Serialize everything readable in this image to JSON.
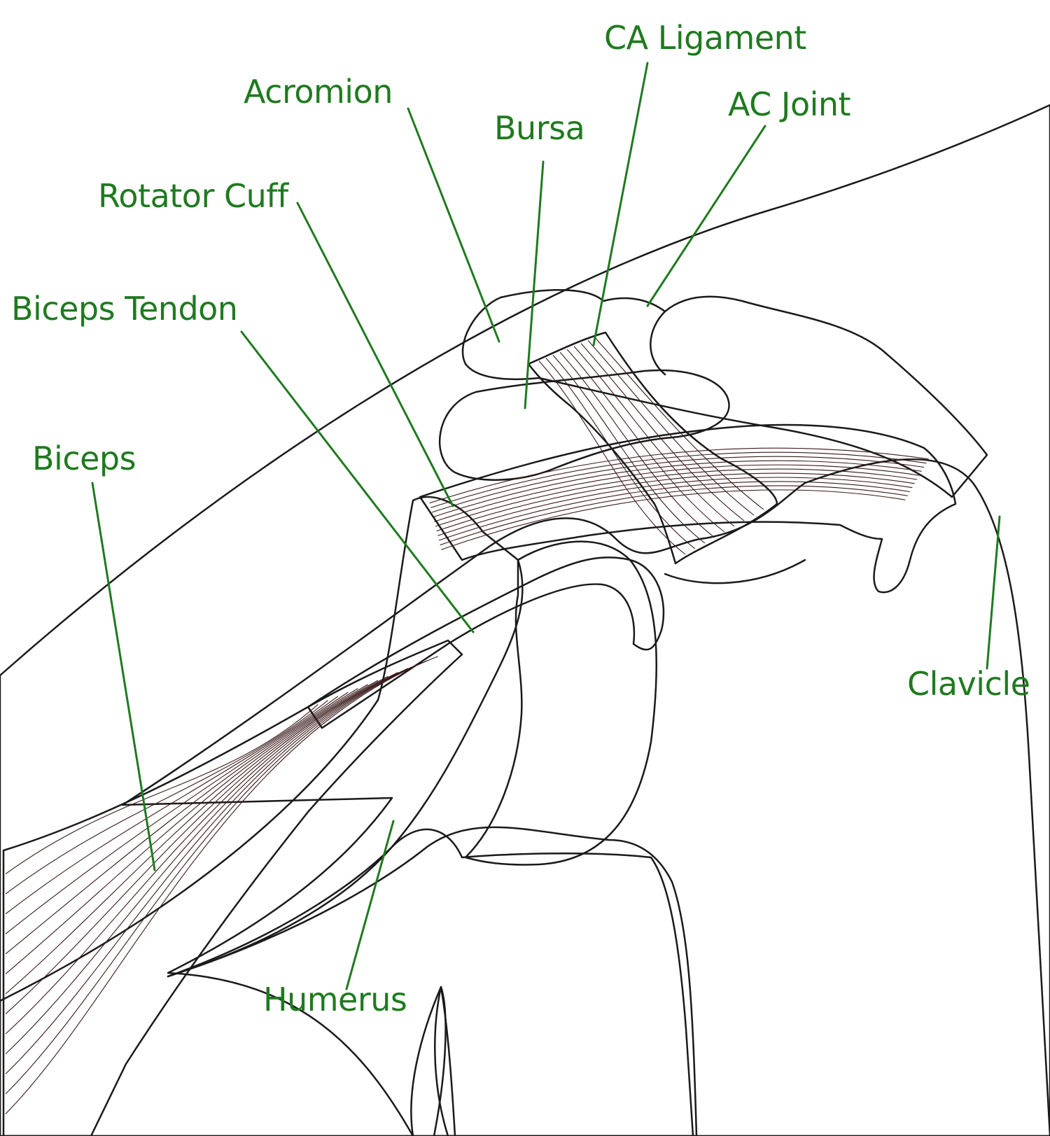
{
  "colors": {
    "background": "#ffffff",
    "skin": "#f6dede",
    "bone": "#eeeadb",
    "muscle": "#ee7675",
    "tendon": "#f4cce0",
    "ligament": "#f1cbdf",
    "bursa": "#b7cbec",
    "cartilage": "#ffffff",
    "outline": "#1a1a1a",
    "label": "#1f7a1f"
  },
  "labels": {
    "ca_ligament": "CA Ligament",
    "acromion": "Acromion",
    "ac_joint": "AC Joint",
    "bursa": "Bursa",
    "rotator_cuff": "Rotator Cuff",
    "biceps_tendon": "Biceps Tendon",
    "biceps": "Biceps",
    "clavicle": "Clavicle",
    "humerus": "Humerus"
  }
}
